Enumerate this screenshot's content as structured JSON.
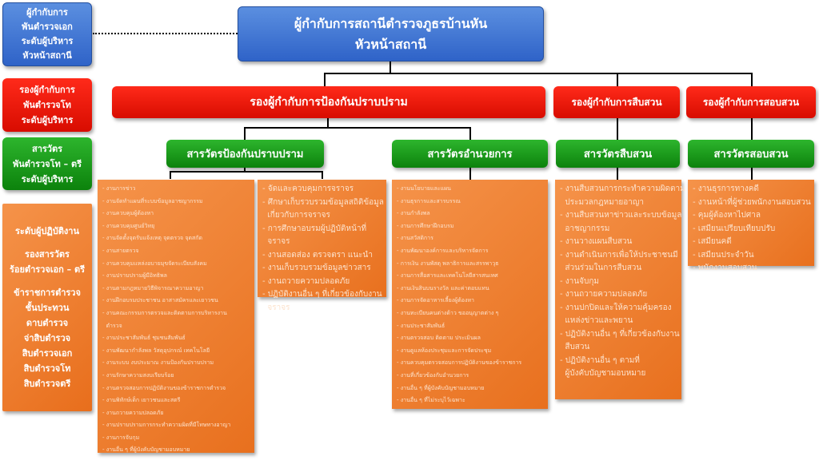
{
  "legend": {
    "chief": [
      "ผู้กำกับการ",
      "พันตำรวจเอก",
      "ระดับผู้บริหาร",
      "หัวหน้าสถานี"
    ],
    "deputy": [
      "รองผู้กำกับการ",
      "พันตำรวจโท",
      "ระดับผู้บริหาร"
    ],
    "inspector": [
      "สารวัตร",
      "พันตำรวจโท – ตรี",
      "ระดับผู้บริหาร"
    ],
    "staff": [
      "ระดับผู้ปฏิบัติงาน",
      "",
      "รองสารวัตร",
      "ร้อยตำรวจเอก – ตรี",
      "",
      "ข้าราชการตำรวจ",
      "ชั้นประทวน",
      "ดาบตำรวจ",
      "จ่าสิบตำรวจ",
      "สิบตำรวจเอก",
      "สิบตำรวจโท",
      "สิบตำรวจตรี"
    ]
  },
  "head": {
    "line1": "ผู้กำกับการสถานีตำรวจภูธรบ้านหัน",
    "line2": "หัวหน้าสถานี"
  },
  "deputies": [
    "รองผู้กำกับการป้องกันปราบปราม",
    "รองผู้กำกับการสืบสวน",
    "รองผู้กำกับการสอบสวน"
  ],
  "inspectors": [
    "สารวัตรป้องกันปราบปราม",
    "สารวัตรอำนวยการ",
    "สารวัตรสืบสวน",
    "สารวัตรสอบสวน"
  ],
  "duties": {
    "prevention": [
      "- งานการข่าว",
      "- งานจัดทำแผนที่ระบบข้อมูลอาชญากรรม",
      "- งานควบคุมผู้ต้องหา",
      "- งานควบคุมศูนย์วิทยุ",
      "- งานจัดตั้งจุดรับแจ้งเหตุ จุดตรวจ จุดสกัด",
      "- งานสายตรวจ",
      "- งานควบคุมแหล่งอบายมุขจัดระเบียบสังคม",
      "- งานปราบปรามผู้มีอิทธิพล",
      "- งานตามกฎหมายวิธีพิจารณาความอาญา",
      "- งานฝึกอบรมประชาชน อาสาสมัครและเยาวชน",
      "- งานคณะกรรมการตรวจและติดตามการบริหารงาน",
      "  ตำรวจ",
      "- งานประชาสัมพันธ์ ชุมชนสัมพันธ์",
      "- งานพัฒนากำลังพล วัสดุอุปกรณ์ เทคโนโลยี",
      "- งานระบบ งบประมาณ งานป้องกันปราบปราม",
      "- งานรักษาความสงบเรียบร้อย",
      "- งานตรวจสอบการปฏิบัติงานของข้าราชการตำรวจ",
      "- งานพิทักษ์เด็ก เยาวชนและสตรี",
      "- งานถวายความปลอดภัย",
      "- งานปราบปรามการกระทำความผิดที่มีโทษทางอาญา",
      "- งานการจับกุม",
      "- งานอื่น ๆ ที่ผู้บังคับบัญชามอบหมาย"
    ],
    "traffic": [
      "- จัดและควบคุมการจราจร",
      "- ศึกษาเก็บรวบรวมข้อมูลสถิติข้อมูล",
      "  เกี่ยวกับการจราจร",
      "- การศึกษาอบรมผู้ปฏิบัติหน้าที่",
      "  จราจร",
      "- งานสอดส่อง ตรวจตรา แนะนำ",
      "- งานเก็บรวบรวมข้อมูลข่าวสาร",
      "- งานถวายความปลอดภัย",
      "- ปฏิบัติงานอื่น ๆ ที่เกี่ยวข้องกับงาน",
      "  จราจร"
    ],
    "admin": [
      "- งานนโยบายและแผน",
      "- งานธุรการและสารบรรณ",
      "- งานกำลังพล",
      "- งานการศึกษาฝึกอบรม",
      "- งานสวัสดิการ",
      "- งานพัฒนาองค์การและบริหารจัดการ",
      "- การเงิน งานพัสดุ พลาธิการและสรรพาวุธ",
      "- งานการสื่อสารและเทคโนโลยีสารสนเทศ",
      "- งานเงินสินบนรางวัล และค่าตอบแทน",
      "- งานการจัดอาหารเลี้ยงผู้ต้องหา",
      "- งานทะเบียนคนต่างด้าว ขออนุญาตต่าง ๆ",
      "- งานประชาสัมพันธ์",
      "- งานตรวจสอบ ติดตาม ประเมินผล",
      "- งานดูแลห้องประชุมและการจัดประชุม",
      "- งานควบคุมตรวจสอบการปฏิบัติงานของข้าราชการ",
      "- งานที่เกี่ยวข้องกับอำนวยการ",
      "- งานอื่น ๆ ที่ผู้บังคับบัญชามอบหมาย",
      "- งานอื่น ๆ ที่ไม่ระบุไว้เฉพาะ"
    ],
    "investigation": [
      "- งานสืบสวนการกระทำความผิดตาม",
      "  ประมวลกฎหมายอาญา",
      "- งานสืบสวนหาข่าวและระบบข้อมูล",
      "  อาชญากรรม",
      "- งานวางแผนสืบสวน",
      "- งานดำเนินการเพื่อให้ประชาชนมี",
      "  ส่วนร่วมในการสืบสวน",
      "- งานจับกุม",
      "- งานถวายความปลอดภัย",
      "- งานปกปิดและให้ความคุ้มครอง",
      "  แหล่งข่าวและพยาน",
      "- ปฏิบัติงานอื่น ๆ ที่เกี่ยวข้องกับงาน",
      "  สืบสวน",
      "- ปฏิบัติงานอื่น ๆ ตามที่",
      "  ผู้บังคับบัญชามอบหมาย"
    ],
    "inquiry": [
      "- งานธุรการทางคดี",
      "- งานหน้าที่ผู้ช่วยพนักงานสอบสวน",
      "- คุมผู้ต้องหาไปศาล",
      "- เสมียนเปรียบเทียบปรับ",
      "- เสมียนคดี",
      "- เสมียนประจำวัน",
      "- พนักงานสอบสวน"
    ]
  },
  "colors": {
    "blue": "#3a6fd0",
    "red": "#ee1100",
    "green": "#1a9a1a",
    "orange": "#ee7a2a"
  }
}
